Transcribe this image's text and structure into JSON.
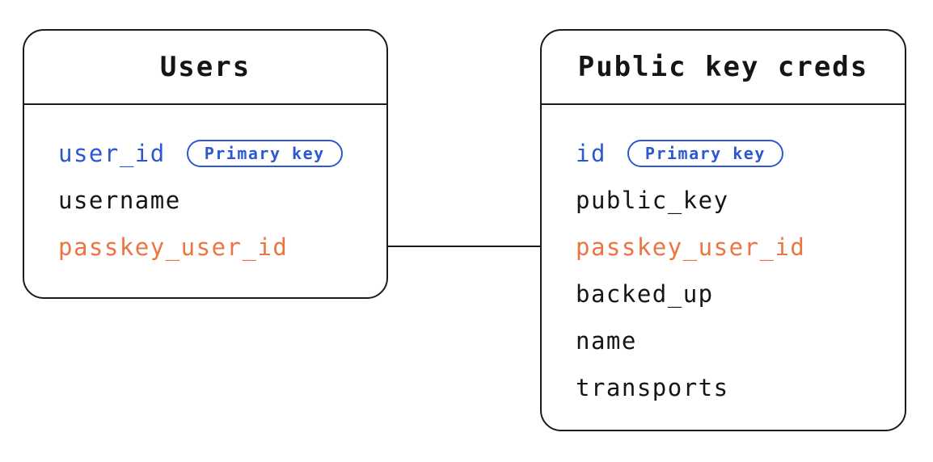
{
  "diagram": {
    "background": "#ffffff",
    "stroke_color": "#1b1b1b",
    "colors": {
      "blue": "#2c59d2",
      "orange": "#ed7440",
      "black": "#151515"
    },
    "tables": [
      {
        "title": "Users",
        "fields": [
          {
            "name": "user_id",
            "color": "blue",
            "badge": "Primary key"
          },
          {
            "name": "username",
            "color": "black"
          },
          {
            "name": "passkey_user_id",
            "color": "orange"
          }
        ]
      },
      {
        "title": "Public key creds",
        "fields": [
          {
            "name": "id",
            "color": "blue",
            "badge": "Primary key"
          },
          {
            "name": "public_key",
            "color": "black"
          },
          {
            "name": "passkey_user_id",
            "color": "orange"
          },
          {
            "name": "backed_up",
            "color": "black"
          },
          {
            "name": "name",
            "color": "black"
          },
          {
            "name": "transports",
            "color": "black"
          }
        ]
      }
    ],
    "connector": {
      "from": "Users.passkey_user_id",
      "to": "Public key creds.passkey_user_id"
    }
  }
}
